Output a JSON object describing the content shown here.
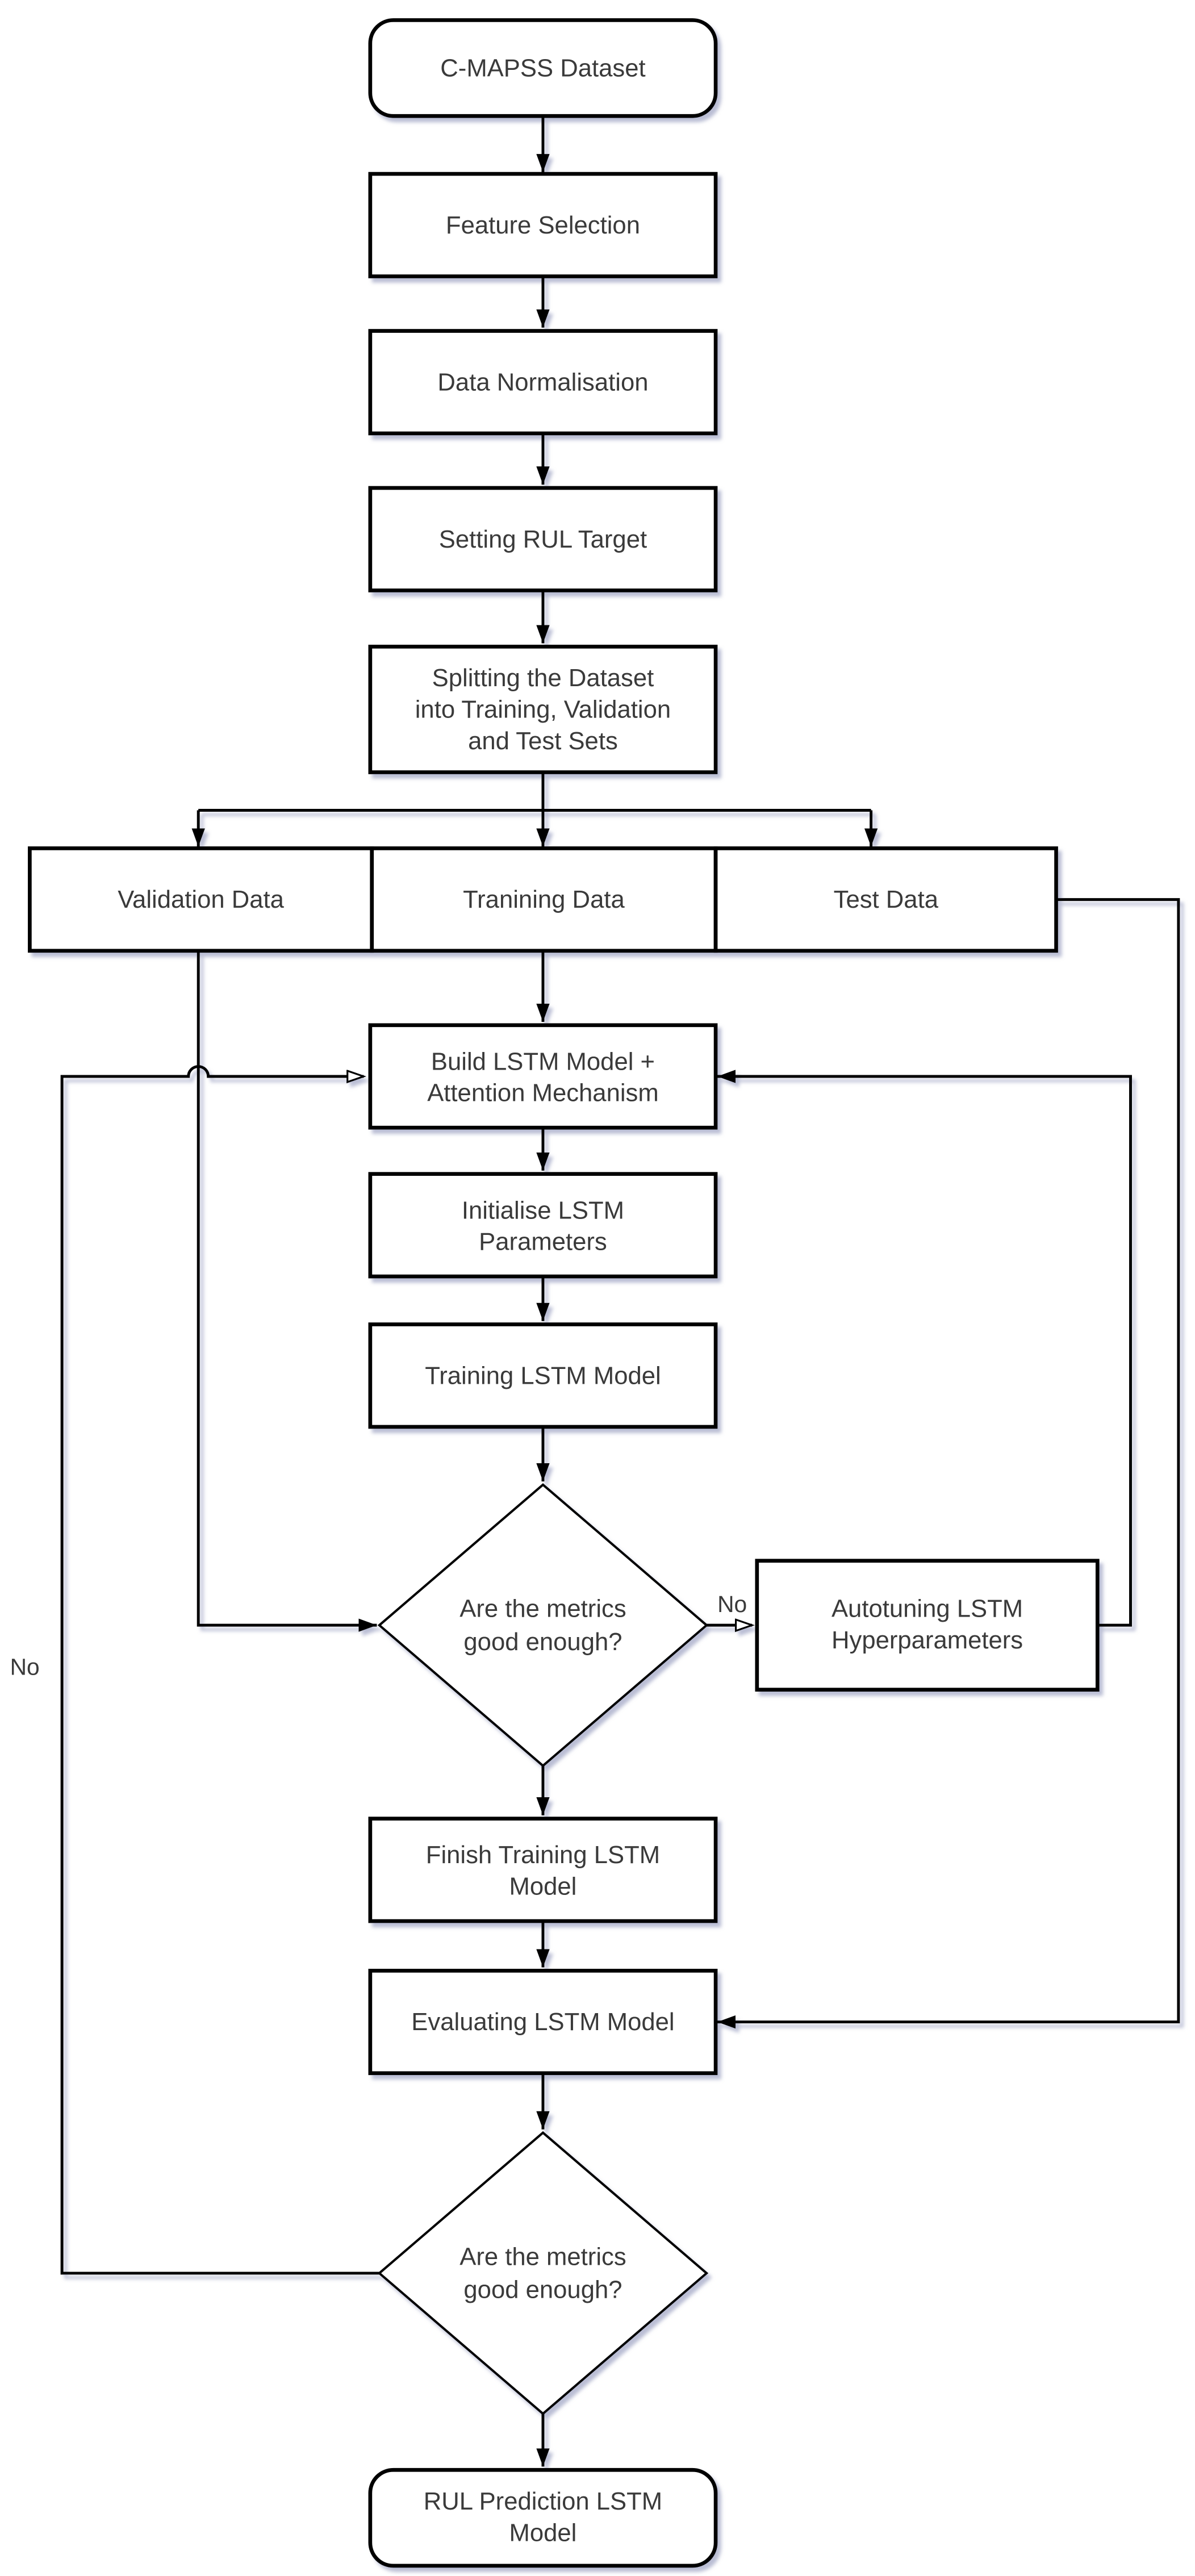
{
  "diagram": {
    "background": "#ffffff",
    "stroke_color": "#000000",
    "text_color": "#3a3a3a",
    "shadow_color": "#8c93b8",
    "nodes": [
      {
        "id": "cmapss",
        "type": "terminator",
        "lines": [
          "C-MAPSS Dataset"
        ]
      },
      {
        "id": "feature",
        "type": "process",
        "lines": [
          "Feature Selection"
        ]
      },
      {
        "id": "normalise",
        "type": "process",
        "lines": [
          "Data Normalisation"
        ]
      },
      {
        "id": "rul-target",
        "type": "process",
        "lines": [
          "Setting RUL Target"
        ]
      },
      {
        "id": "split",
        "type": "process",
        "lines": [
          "Splitting the Dataset",
          "into Training, Validation",
          "and Test Sets"
        ]
      },
      {
        "id": "validation",
        "type": "process",
        "lines": [
          "Validation Data"
        ]
      },
      {
        "id": "training",
        "type": "process",
        "lines": [
          "Tranining Data"
        ]
      },
      {
        "id": "test",
        "type": "process",
        "lines": [
          "Test Data"
        ]
      },
      {
        "id": "build",
        "type": "process",
        "lines": [
          "Build LSTM Model +",
          "Attention Mechanism"
        ]
      },
      {
        "id": "init",
        "type": "process",
        "lines": [
          "Initialise LSTM",
          "Parameters"
        ]
      },
      {
        "id": "train-lstm",
        "type": "process",
        "lines": [
          "Training LSTM Model"
        ]
      },
      {
        "id": "decision1",
        "type": "decision",
        "lines": [
          "Are the metrics",
          "good enough?"
        ]
      },
      {
        "id": "autotune",
        "type": "process",
        "lines": [
          "Autotuning LSTM",
          "Hyperparameters"
        ]
      },
      {
        "id": "finish",
        "type": "process",
        "lines": [
          "Finish Training LSTM",
          "Model"
        ]
      },
      {
        "id": "evaluate",
        "type": "process",
        "lines": [
          "Evaluating LSTM Model"
        ]
      },
      {
        "id": "decision2",
        "type": "decision",
        "lines": [
          "Are the metrics",
          "good enough?"
        ]
      },
      {
        "id": "rul-pred",
        "type": "terminator",
        "lines": [
          "RUL Prediction LSTM",
          "Model"
        ]
      }
    ],
    "edge_labels": {
      "no_autotune": "No",
      "no_loop": "No"
    }
  }
}
